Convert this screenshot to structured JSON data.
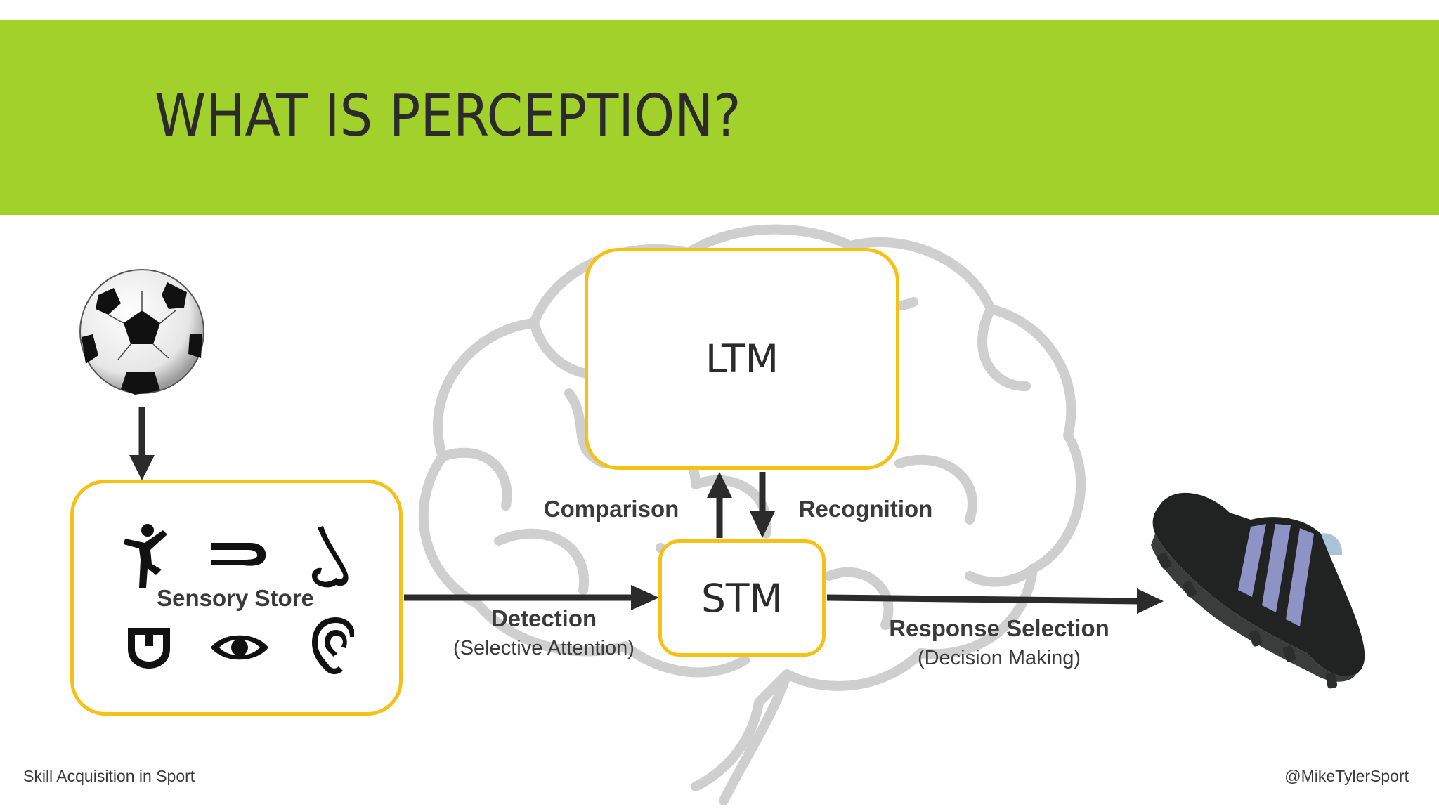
{
  "slide": {
    "title": "WHAT IS PERCEPTION?",
    "accent_color": "#a2d12b",
    "box_border_color": "#f5c116"
  },
  "diagram": {
    "sensory_store": {
      "label": "Sensory Store",
      "icons": [
        "body-movement-icon",
        "touch-hand-icon",
        "nose-icon",
        "tongue-icon",
        "eye-icon",
        "ear-icon"
      ]
    },
    "ltm": {
      "label": "LTM"
    },
    "stm": {
      "label": "STM"
    },
    "comparison": {
      "label": "Comparison"
    },
    "recognition": {
      "label": "Recognition"
    },
    "detection": {
      "label": "Detection",
      "sublabel": "(Selective Attention)"
    },
    "response_selection": {
      "label": "Response Selection",
      "sublabel": "(Decision Making)"
    },
    "input_icon": "soccer-ball-icon",
    "output_icon": "football-boot-icon",
    "background_icon": "brain-icon"
  },
  "footer": {
    "left": "Skill Acquisition in Sport",
    "right": "@MikeTylerSport"
  }
}
